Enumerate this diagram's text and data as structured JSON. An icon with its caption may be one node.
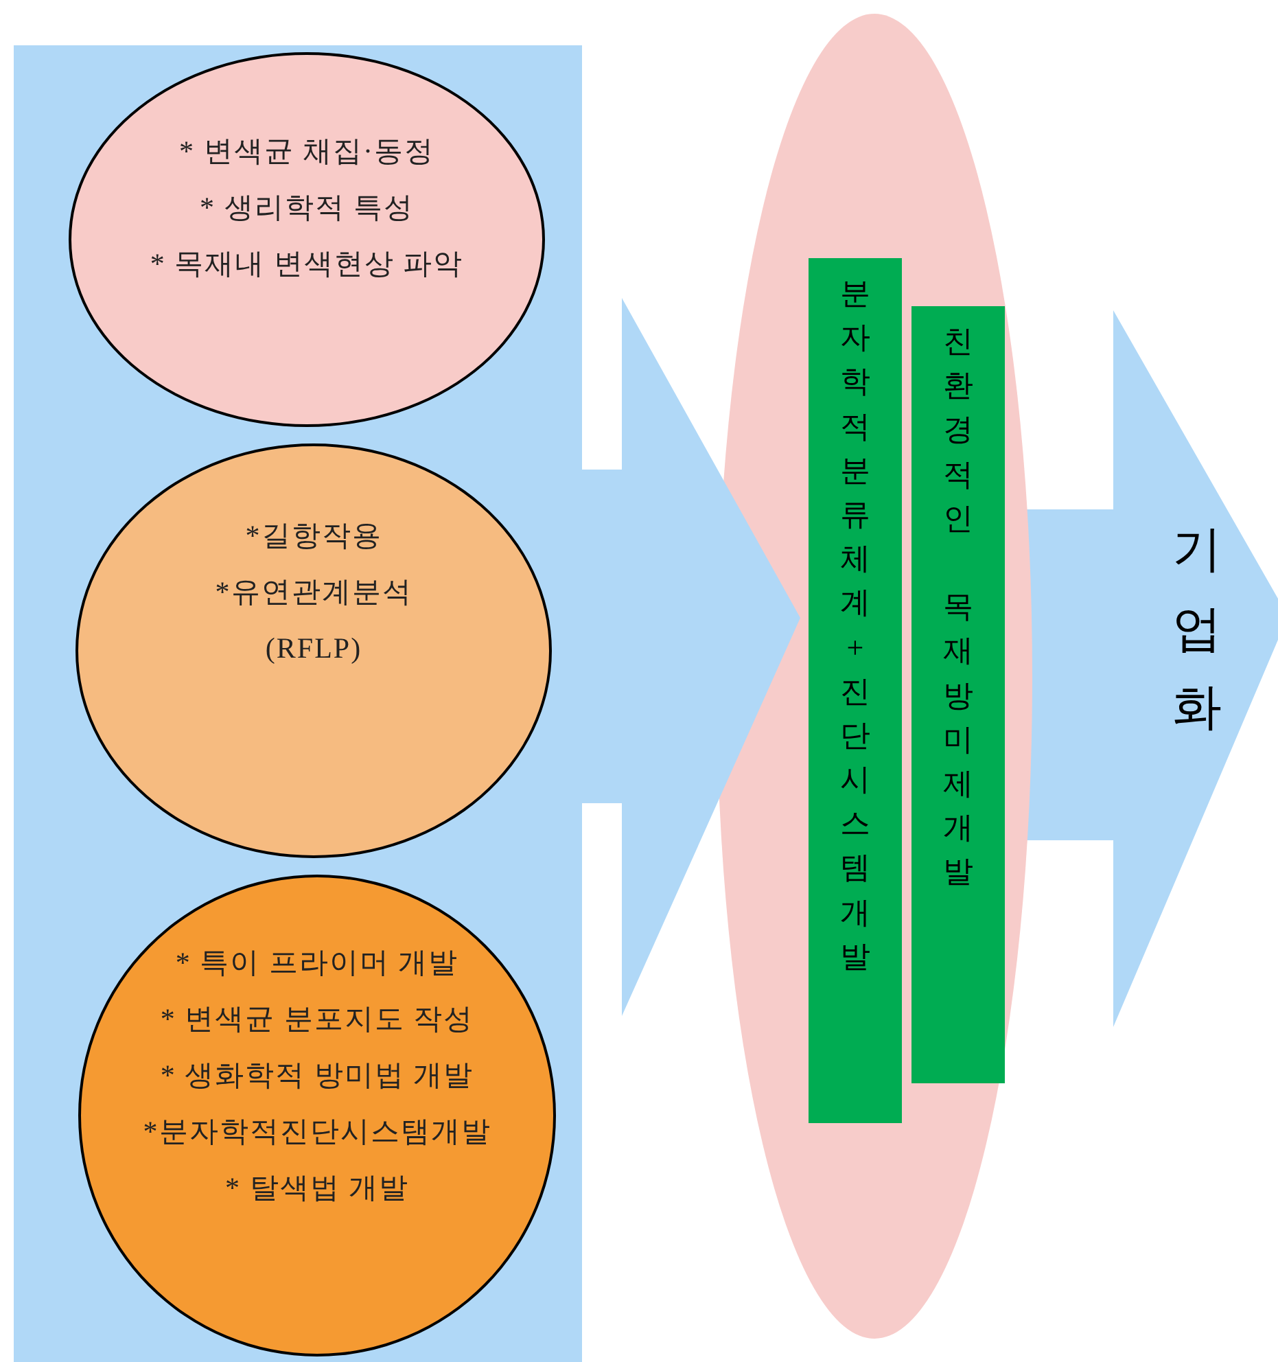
{
  "diagram": {
    "nodes": [
      {
        "text": [],
        "shape": "arrow"
      },
      {
        "text": [
          "* 변색균 채집·동정",
          "* 생리학적 특성",
          "* 목재내 변색현상 파악"
        ],
        "in": 0
      },
      {
        "text": [
          "*길항작용",
          "*유연관계분석",
          "(RFLP)"
        ],
        "in": 0
      },
      {
        "text": [
          "* 특이 프라이머 개발",
          "* 변색균 분포지도 작성",
          "* 생화학적 방미법 개발",
          "*분자학적진단시스탬개발",
          "* 탈색법 개발"
        ],
        "in": 0
      },
      {
        "text": [],
        "shape": "ellipse"
      },
      {
        "text": [
          "분자학적분류체계+진단시스템개발"
        ],
        "in": 4
      },
      {
        "text": [
          "친환경적인 목재방미제개발"
        ],
        "in": 4
      },
      {
        "text": [
          "기업화"
        ]
      }
    ]
  }
}
